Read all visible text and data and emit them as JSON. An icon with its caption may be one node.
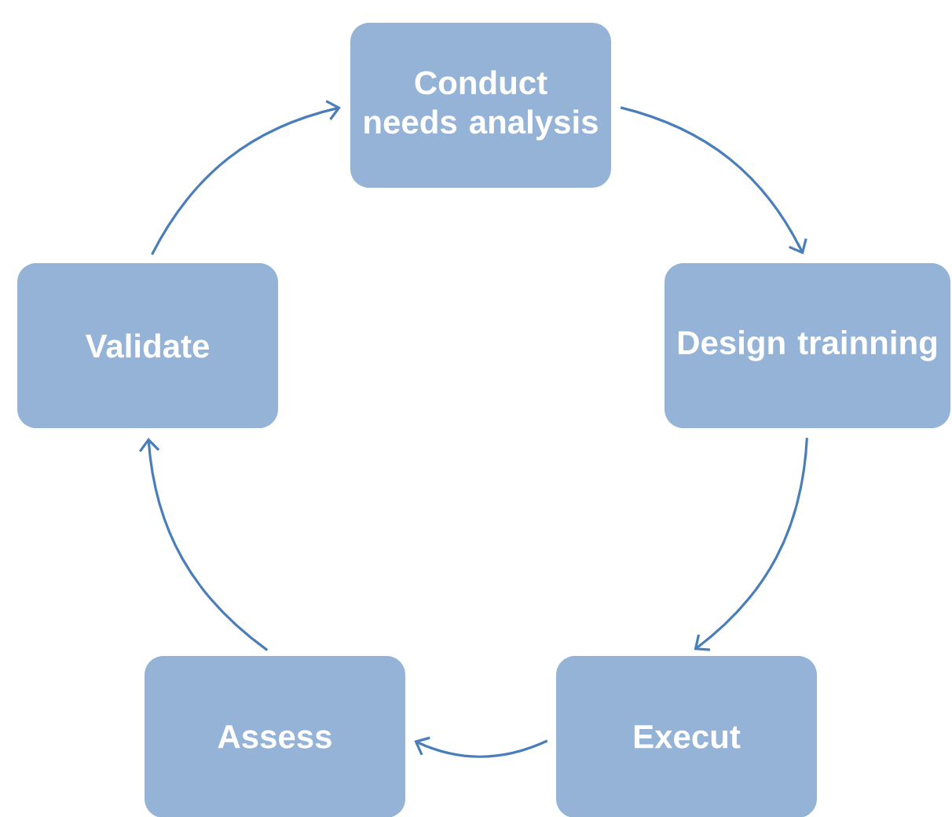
{
  "diagram": {
    "nodes": [
      {
        "text": [
          "Conduct needs analysis"
        ]
      },
      {
        "text": [
          "Design trainning"
        ]
      },
      {
        "text": [
          "Execut"
        ]
      },
      {
        "text": [
          "Assess"
        ]
      },
      {
        "text": [
          "Validate"
        ]
      }
    ],
    "edges": [
      {
        "from": 0,
        "to": 1,
        "arrow": "to"
      },
      {
        "from": 1,
        "to": 2,
        "arrow": "to"
      },
      {
        "from": 2,
        "to": 3,
        "arrow": "to"
      },
      {
        "from": 3,
        "to": 4,
        "arrow": "to"
      },
      {
        "from": 4,
        "to": 0,
        "arrow": "to"
      }
    ]
  }
}
